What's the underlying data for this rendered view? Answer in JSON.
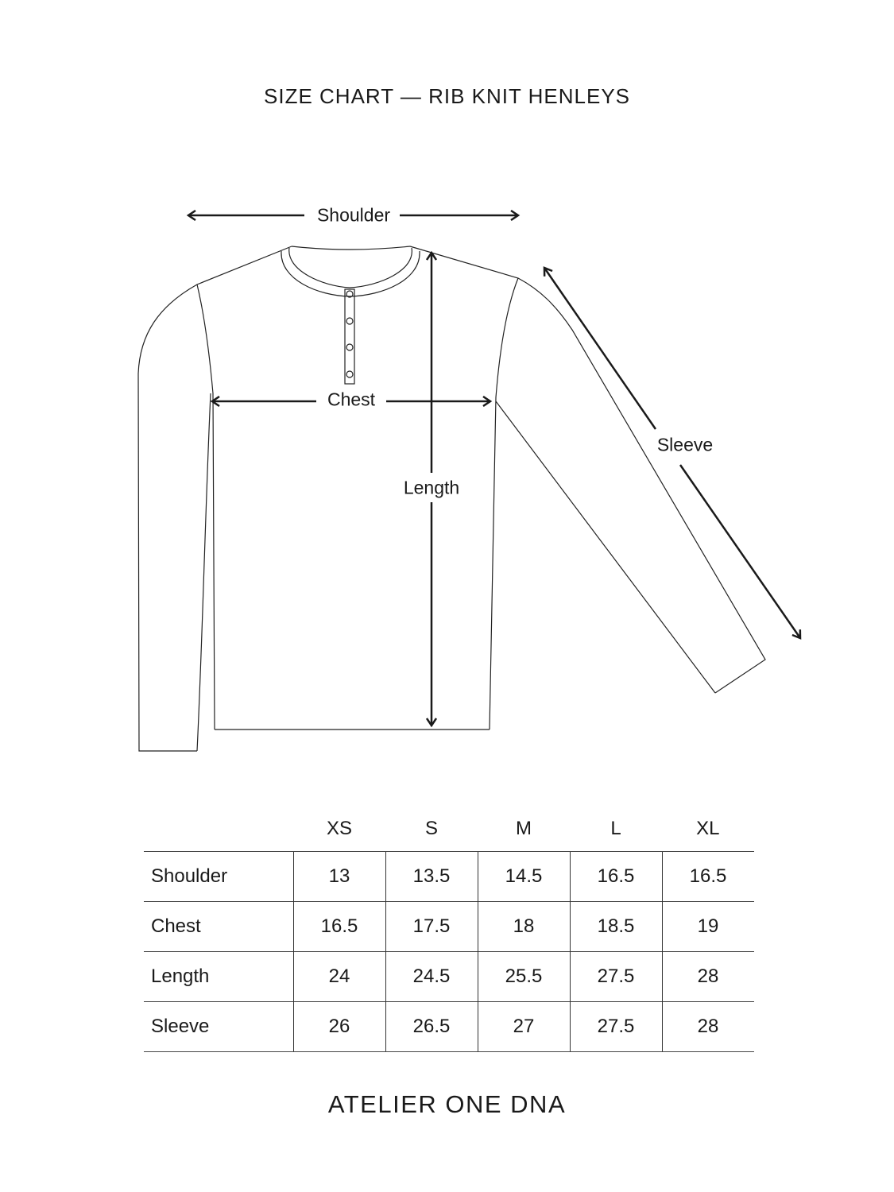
{
  "title": "SIZE CHART — RIB KNIT HENLEYS",
  "diagram": {
    "labels": {
      "shoulder": "Shoulder",
      "chest": "Chest",
      "length": "Length",
      "sleeve": "Sleeve"
    },
    "line_color": "#1a1a1a"
  },
  "table": {
    "sizes": [
      "XS",
      "S",
      "M",
      "L",
      "XL"
    ],
    "rows": [
      {
        "label": "Shoulder",
        "values": [
          "13",
          "13.5",
          "14.5",
          "16.5",
          "16.5"
        ]
      },
      {
        "label": "Chest",
        "values": [
          "16.5",
          "17.5",
          "18",
          "18.5",
          "19"
        ]
      },
      {
        "label": "Length",
        "values": [
          "24",
          "24.5",
          "25.5",
          "27.5",
          "28"
        ]
      },
      {
        "label": "Sleeve",
        "values": [
          "26",
          "26.5",
          "27",
          "27.5",
          "28"
        ]
      }
    ]
  },
  "brand": "ATELIER ONE DNA"
}
